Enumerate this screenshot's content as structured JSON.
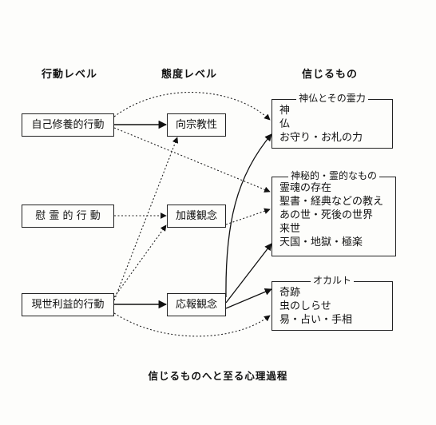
{
  "headers": {
    "behavior": "行動レベル",
    "attitude": "態度レベル",
    "belief": "信じるもの"
  },
  "behavior_nodes": [
    "自己修養的行動",
    "慰 霊 的 行 動",
    "現世利益的行動"
  ],
  "attitude_nodes": [
    "向宗教性",
    "加護観念",
    "応報観念"
  ],
  "belief_groups": [
    {
      "title": "神仏とその霊力",
      "items": [
        "神",
        "仏",
        "お守り・お札の力"
      ]
    },
    {
      "title": "神秘的・霊的なもの",
      "items": [
        "霊魂の存在",
        "聖書・経典などの教え",
        "あの世・死後の世界",
        "来世",
        "天国・地獄・極楽"
      ]
    },
    {
      "title": "オカルト",
      "items": [
        "奇跡",
        "虫のしらせ",
        "易・占い・手相"
      ]
    }
  ],
  "caption": "信じるものへと至る心理過程"
}
